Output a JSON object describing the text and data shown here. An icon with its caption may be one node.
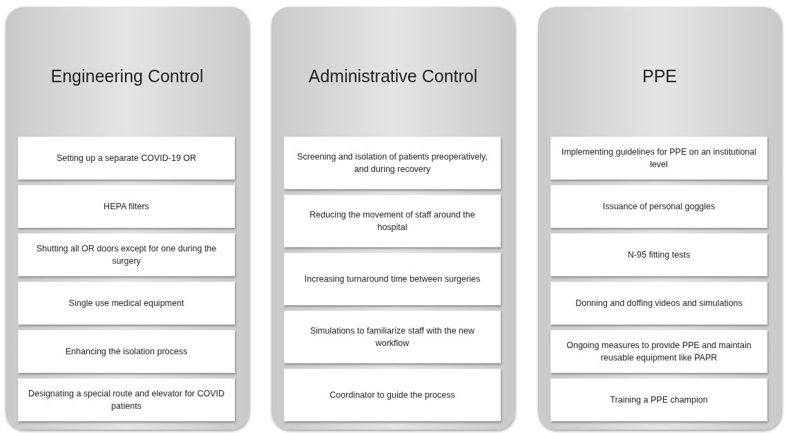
{
  "diagram": {
    "nodes": [
      {
        "text": [
          "Engineering Control"
        ]
      },
      {
        "text": [
          "Setting up a separate COVID-19 OR"
        ],
        "in": 0
      },
      {
        "text": [
          "HEPA filters"
        ],
        "in": 0
      },
      {
        "text": [
          "Shutting all OR doors except for one during the surgery"
        ],
        "in": 0
      },
      {
        "text": [
          "Single use medical equipment"
        ],
        "in": 0
      },
      {
        "text": [
          "Enhancing the isolation process"
        ],
        "in": 0
      },
      {
        "text": [
          "Designating a special route and elevator for COVID patients"
        ],
        "in": 0
      },
      {
        "text": [
          "Administrative Control"
        ]
      },
      {
        "text": [
          "Screening and isolation of patients preoperatively, and during recovery"
        ],
        "in": 7
      },
      {
        "text": [
          "Reducing the movement of staff around the hospital"
        ],
        "in": 7
      },
      {
        "text": [
          "Increasing turnaround time between surgeries"
        ],
        "in": 7
      },
      {
        "text": [
          "Simulations to familiarize staff with the new workflow"
        ],
        "in": 7
      },
      {
        "text": [
          "Coordinator to guide the process"
        ],
        "in": 7
      },
      {
        "text": [
          "PPE"
        ]
      },
      {
        "text": [
          "Implementing guidelines for PPE on an institutional level"
        ],
        "in": 13
      },
      {
        "text": [
          "Issuance of personal goggles"
        ],
        "in": 13
      },
      {
        "text": [
          "N-95 fitting tests"
        ],
        "in": 13
      },
      {
        "text": [
          "Donning and doffing videos and simulations"
        ],
        "in": 13
      },
      {
        "text": [
          "Ongoing measures to provide PPE and maintain reusable equipment like PAPR"
        ],
        "in": 13
      },
      {
        "text": [
          "Training a PPE champion"
        ],
        "in": 13
      }
    ]
  }
}
